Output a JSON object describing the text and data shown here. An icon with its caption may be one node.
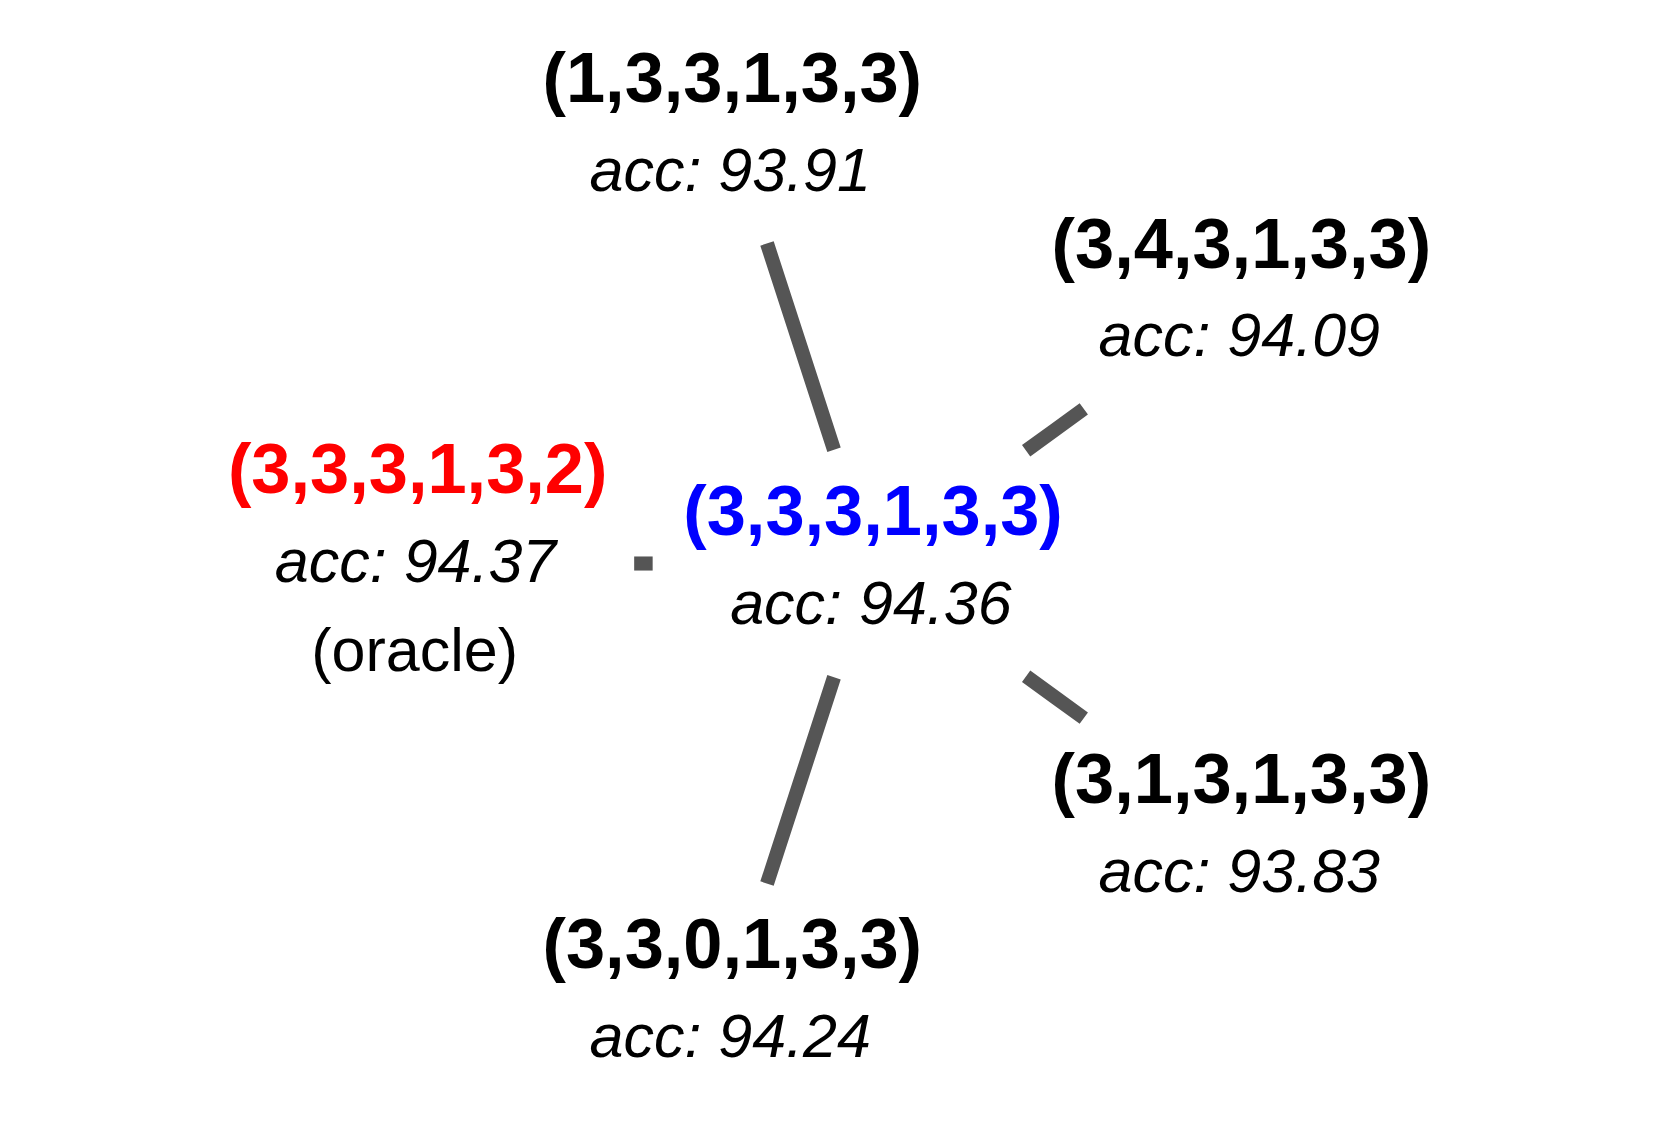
{
  "diagram": {
    "nodes": [
      {
        "text": [
          "(3,4,3,1,3,3)",
          "acc: 94.09"
        ]
      },
      {
        "text": [
          "(1,3,3,1,3,3)",
          "acc: 93.91"
        ]
      },
      {
        "text": [
          "(3,3,3,1,3,2)",
          "acc: 94.37",
          "(oracle)"
        ]
      },
      {
        "text": [
          "(3,3,3,1,3,3)",
          "acc: 94.36"
        ]
      },
      {
        "text": [
          "(3,3,0,1,3,3)",
          "acc: 94.24"
        ]
      },
      {
        "text": [
          "(3,1,3,1,3,3)",
          "acc: 93.83"
        ]
      }
    ],
    "edges": [
      {
        "from": 3,
        "to": 0,
        "arrow": "none"
      },
      {
        "from": 3,
        "to": 1,
        "arrow": "none"
      },
      {
        "from": 3,
        "to": 2,
        "arrow": "none"
      },
      {
        "from": 3,
        "to": 4,
        "arrow": "none"
      },
      {
        "from": 3,
        "to": 5,
        "arrow": "none"
      }
    ]
  }
}
